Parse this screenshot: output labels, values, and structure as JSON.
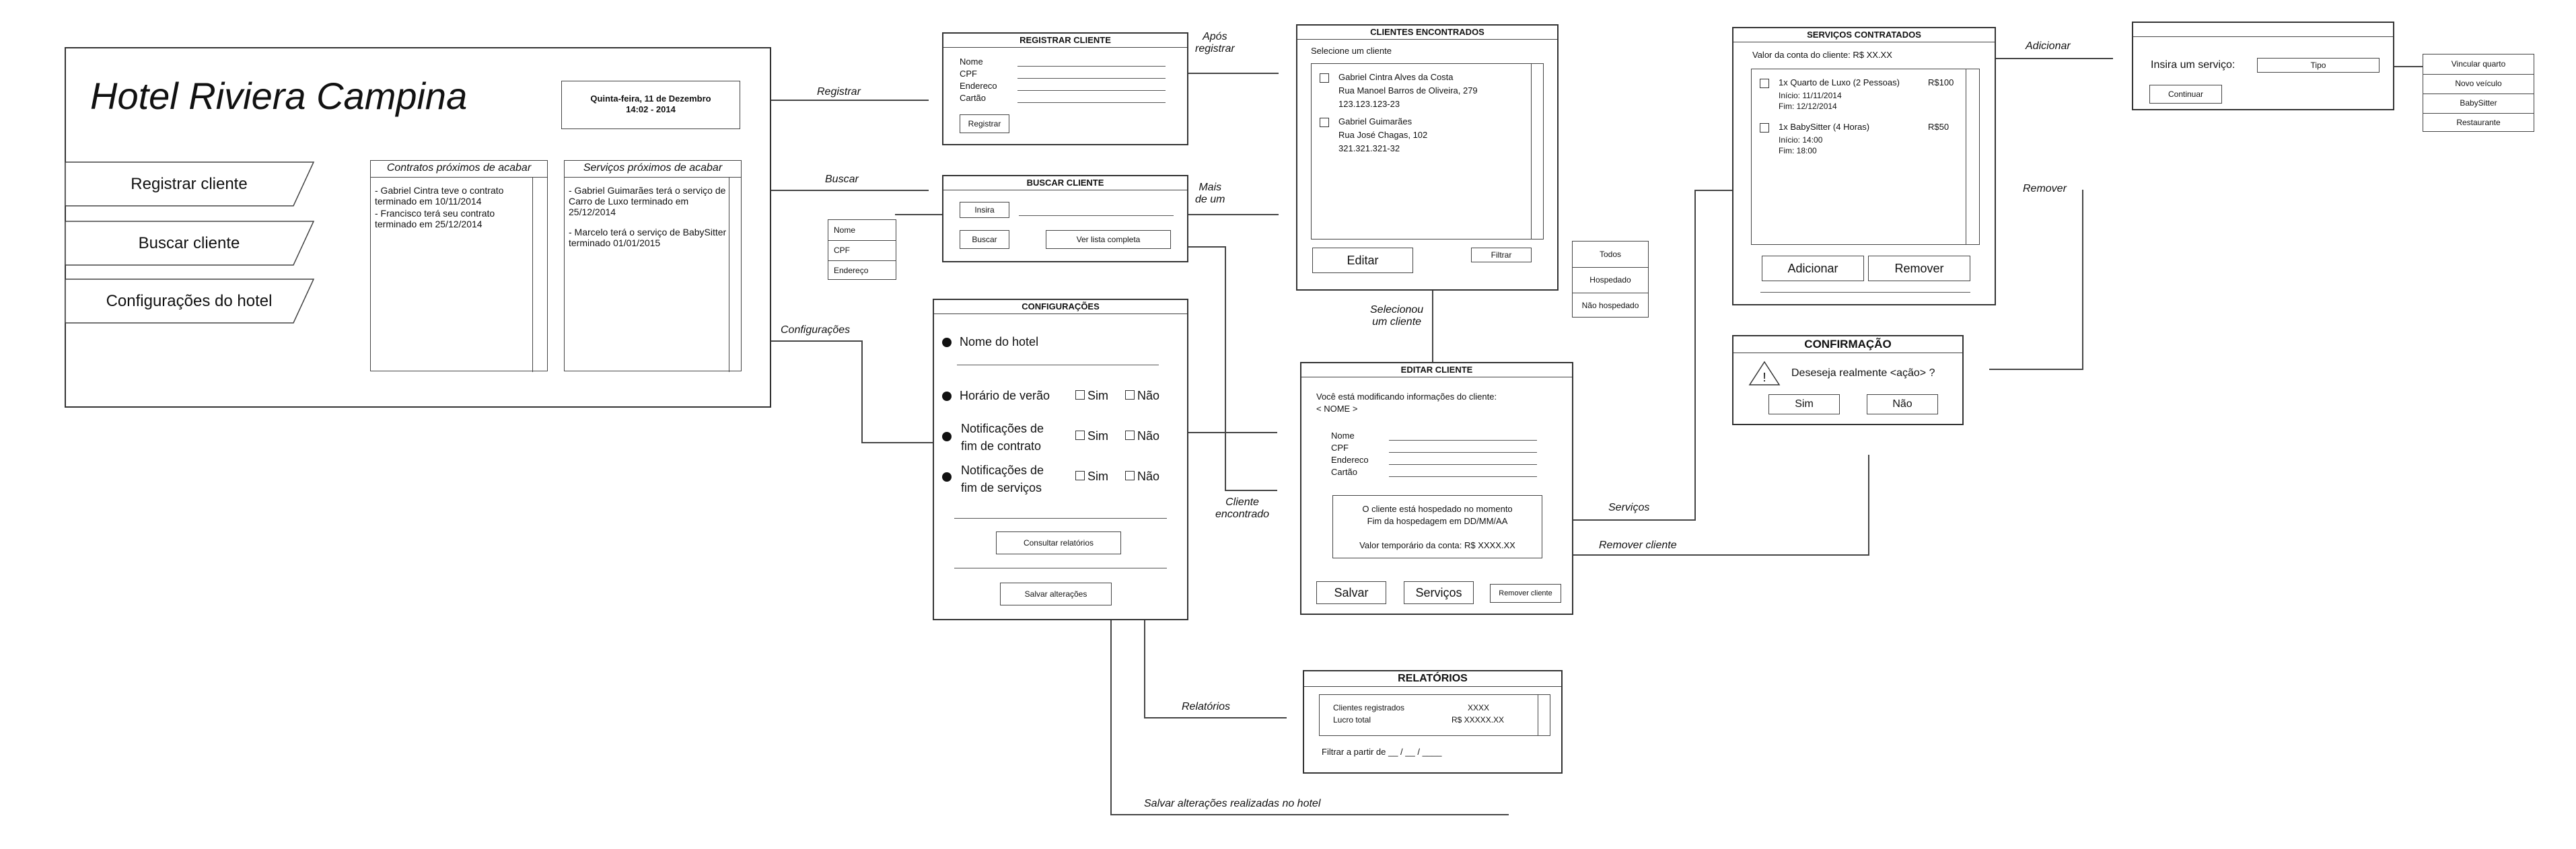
{
  "main": {
    "title": "Hotel Riviera Campina",
    "date": "Quinta-feira, 11 de Dezembro",
    "time": "14:02 - 2014",
    "menu": [
      "Registrar cliente",
      "Buscar cliente",
      "Configurações do hotel"
    ],
    "contracts": {
      "title": "Contratos próximos de acabar",
      "lines": [
        "- Gabriel Cintra teve o contrato terminado em 10/11/2014",
        "- Francisco terá seu contrato terminado em 25/12/2014"
      ]
    },
    "services": {
      "title": "Serviços próximos de acabar",
      "lines": [
        "- Gabriel Guimarães terá o serviço de Carro de Luxo terminado em 25/12/2014",
        "- Marcelo terá o serviço de BabySitter terminado 01/01/2015"
      ]
    }
  },
  "edges": {
    "registrar": "Registrar",
    "buscar": "Buscar",
    "configuracoes": "Configurações",
    "apos_registrar": "Após\nregistrar",
    "mais_de_um": "Mais\nde um",
    "selecionou": "Selecionou\num cliente",
    "cliente_encontrado": "Cliente\nencontrado",
    "servicos": "Serviços",
    "remover_cliente": "Remover cliente",
    "adicionar": "Adicionar",
    "remover": "Remover",
    "relatorios": "Relatórios",
    "salvar_alteracoes": "Salvar alterações realizadas no hotel"
  },
  "registrar": {
    "title": "REGISTRAR CLIENTE",
    "fields": [
      "Nome",
      "CPF",
      "Endereco",
      "Cartão"
    ],
    "button": "Registrar"
  },
  "buscar": {
    "title": "BUSCAR CLIENTE",
    "insira": "Insira",
    "buscar_btn": "Buscar",
    "ver_lista": "Ver lista completa",
    "options": [
      "Nome",
      "CPF",
      "Endereço"
    ]
  },
  "config": {
    "title": "CONFIGURAÇÕES",
    "nome": "Nome do hotel",
    "horario": "Horário de verão",
    "notif_contrato": "Notificações de\nfim de contrato",
    "notif_servicos": "Notificações de\nfim de serviços",
    "sim": "Sim",
    "nao": "Não",
    "consultar": "Consultar relatórios",
    "salvar": "Salvar alterações"
  },
  "clientes": {
    "title": "CLIENTES ENCONTRADOS",
    "subtitle": "Selecione um cliente",
    "items": [
      {
        "name": "Gabriel Cintra Alves da Costa",
        "address": "Rua Manoel Barros de Oliveira, 279",
        "cpf": "123.123.123-23"
      },
      {
        "name": "Gabriel Guimarães",
        "address": "Rua José Chagas, 102",
        "cpf": "321.321.321-32"
      }
    ],
    "editar": "Editar",
    "filtrar": "Filtrar",
    "filter_options": [
      "Todos",
      "Hospedado",
      "Não hospedado"
    ]
  },
  "editar": {
    "title": "EDITAR CLIENTE",
    "intro": "Você está modificando informações do cliente:",
    "nome_placeholder": "< NOME >",
    "fields": [
      "Nome",
      "CPF",
      "Endereco",
      "Cartão"
    ],
    "info1": "O cliente está hospedado no momento",
    "info2": "Fim da hospedagem em DD/MM/AA",
    "info3": "Valor temporário da conta: R$ XXXX.XX",
    "salvar": "Salvar",
    "servicos": "Serviços",
    "remover": "Remover cliente"
  },
  "contratados": {
    "title": "SERVIÇOS CONTRATADOS",
    "valor": "Valor da conta do cliente: R$ XX.XX",
    "items": [
      {
        "name": "1x Quarto de Luxo  (2 Pessoas)",
        "price": "R$100",
        "start": "Início: 11/11/2014",
        "end": "Fim:     12/12/2014"
      },
      {
        "name": "1x BabySitter  (4 Horas)",
        "price": "R$50",
        "start": "Início: 14:00",
        "end": "Fim:     18:00"
      }
    ],
    "adicionar": "Adicionar",
    "remover": "Remover"
  },
  "adicionar": {
    "insira": "Insira um serviço:",
    "tipo": "Tipo",
    "continuar": "Continuar",
    "options": [
      "Vincular quarto",
      "Novo veículo",
      "BabySitter",
      "Restaurante"
    ]
  },
  "confirmacao": {
    "title": "CONFIRMAÇÃO",
    "question": "Deseseja realmente <ação> ?",
    "sim": "Sim",
    "nao": "Não"
  },
  "relatorios": {
    "title": "RELATÓRIOS",
    "clientes_label": "Clientes registrados",
    "clientes_value": "XXXX",
    "lucro_label": "Lucro total",
    "lucro_value": "R$ XXXXX.XX",
    "filtrar": "Filtrar a partir de __ / __  / ____"
  }
}
